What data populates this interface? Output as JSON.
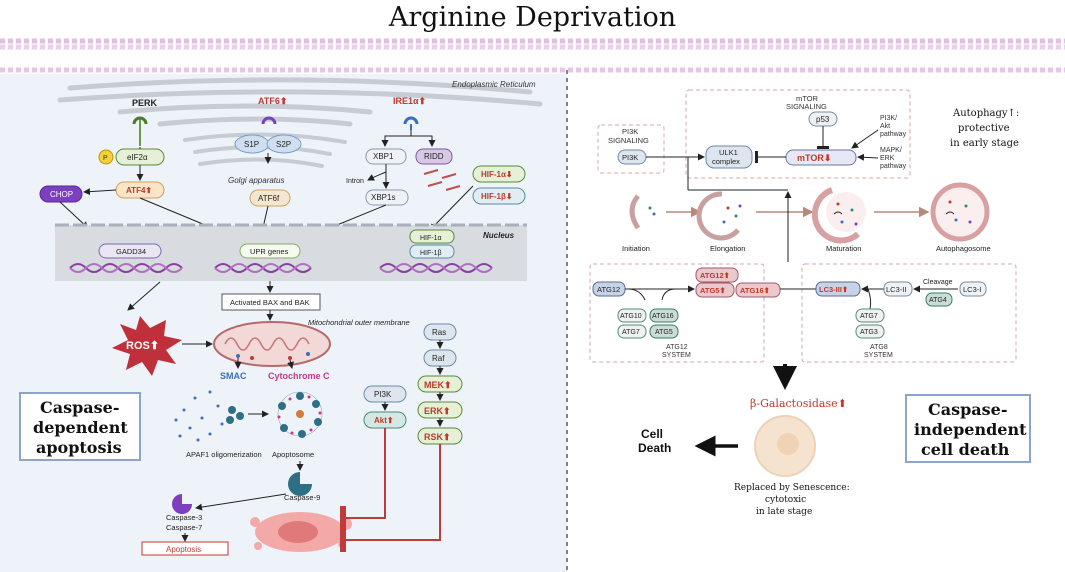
{
  "title": "Arginine Deprivation",
  "left": {
    "er_label": "Endoplasmic Reticulum",
    "perk": "PERK",
    "atf6": "ATF6⬆",
    "ire1a": "IRE1α⬆",
    "p": "P",
    "eif2a": "eIF2α",
    "atf4": "ATF4⬆",
    "chop": "CHOP",
    "s1p": "S1P",
    "s2p": "S2P",
    "golgi": "Golgi apparatus",
    "atf6f": "ATF6f",
    "xbp1": "XBP1",
    "ridd": "RIDD",
    "intron": "Intron",
    "xbp1s": "XBP1s",
    "hif1a_down": "HIF-1α⬇",
    "hif1b_down": "HIF-1β⬇",
    "nucleus": "Nucleus",
    "gadd34": "GADD34",
    "upr_genes": "UPR genes",
    "hif1a": "HIF-1α",
    "hif1b": "HIF-1β",
    "bax_bak": "Activated BAX and BAK",
    "mito_membrane": "Mitochondrial outer membrane",
    "ros": "ROS⬆",
    "smac": "SMAC",
    "cytc": "Cytochrome C",
    "apaf1": "APAF1 oligomerization",
    "apoptosome": "Apoptosome",
    "caspase9": "Caspase-9",
    "caspase3": "Caspase-3",
    "caspase7": "Caspase-7",
    "apoptosis": "Apoptosis",
    "pi3k": "PI3K",
    "akt": "Akt⬆",
    "ras": "Ras",
    "raf": "Raf",
    "mek": "MEK⬆",
    "erk": "ERK⬆",
    "rsk": "RSK⬆",
    "box_line1": "Caspase-",
    "box_line2": "dependent",
    "box_line3": "apoptosis"
  },
  "right": {
    "mtor_sig1": "mTOR",
    "mtor_sig2": "SIGNALING",
    "p53": "p53",
    "mtor": "mTOR⬇",
    "pi3k_sig1": "PI3K",
    "pi3k_sig2": "SIGNALING",
    "pi3k": "PI3K",
    "ulk1_1": "ULK1",
    "ulk1_2": "complex",
    "pi3k_akt1": "PI3K/",
    "pi3k_akt2": "Akt",
    "pi3k_akt3": "pathway",
    "mapk1": "MAPK/",
    "mapk2": "ERK",
    "mapk3": "pathway",
    "autophagy1": "Autophagy↑:",
    "autophagy2": "protective",
    "autophagy3": "in early stage",
    "initiation": "Initiation",
    "elongation": "Elongation",
    "maturation": "Maturation",
    "autophagosome": "Autophagosome",
    "atg12": "ATG12",
    "atg12up": "ATG12⬆",
    "atg5up": "ATG5⬆",
    "atg16up": "ATG16⬆",
    "atg10": "ATG10",
    "atg16": "ATG16",
    "atg7a": "ATG7",
    "atg5": "ATG5",
    "atg12sys1": "ATG12",
    "atg12sys2": "SYSTEM",
    "lc3iii": "LC3-III⬆",
    "lc3ii": "LC3-II",
    "lc3i": "LC3-I",
    "cleavage": "Cleavage",
    "atg4": "ATG4",
    "atg7b": "ATG7",
    "atg3": "ATG3",
    "atg8sys1": "ATG8",
    "atg8sys2": "SYSTEM",
    "bgal": "β-Galactosidase⬆",
    "cell_death1": "Cell",
    "cell_death2": "Death",
    "senescence1": "Replaced by Senescence:",
    "senescence2": "cytotoxic",
    "senescence3": "in late stage",
    "box_line1": "Caspase-",
    "box_line2": "independent",
    "box_line3": "cell death"
  },
  "colors": {
    "left_bg": "#eef3f9",
    "up_red": "#c0392b",
    "box_border": "#8aa4cc",
    "purple": "#7b3fbf",
    "green_fill": "#e5f0d6",
    "green_border": "#5b8a3a"
  }
}
